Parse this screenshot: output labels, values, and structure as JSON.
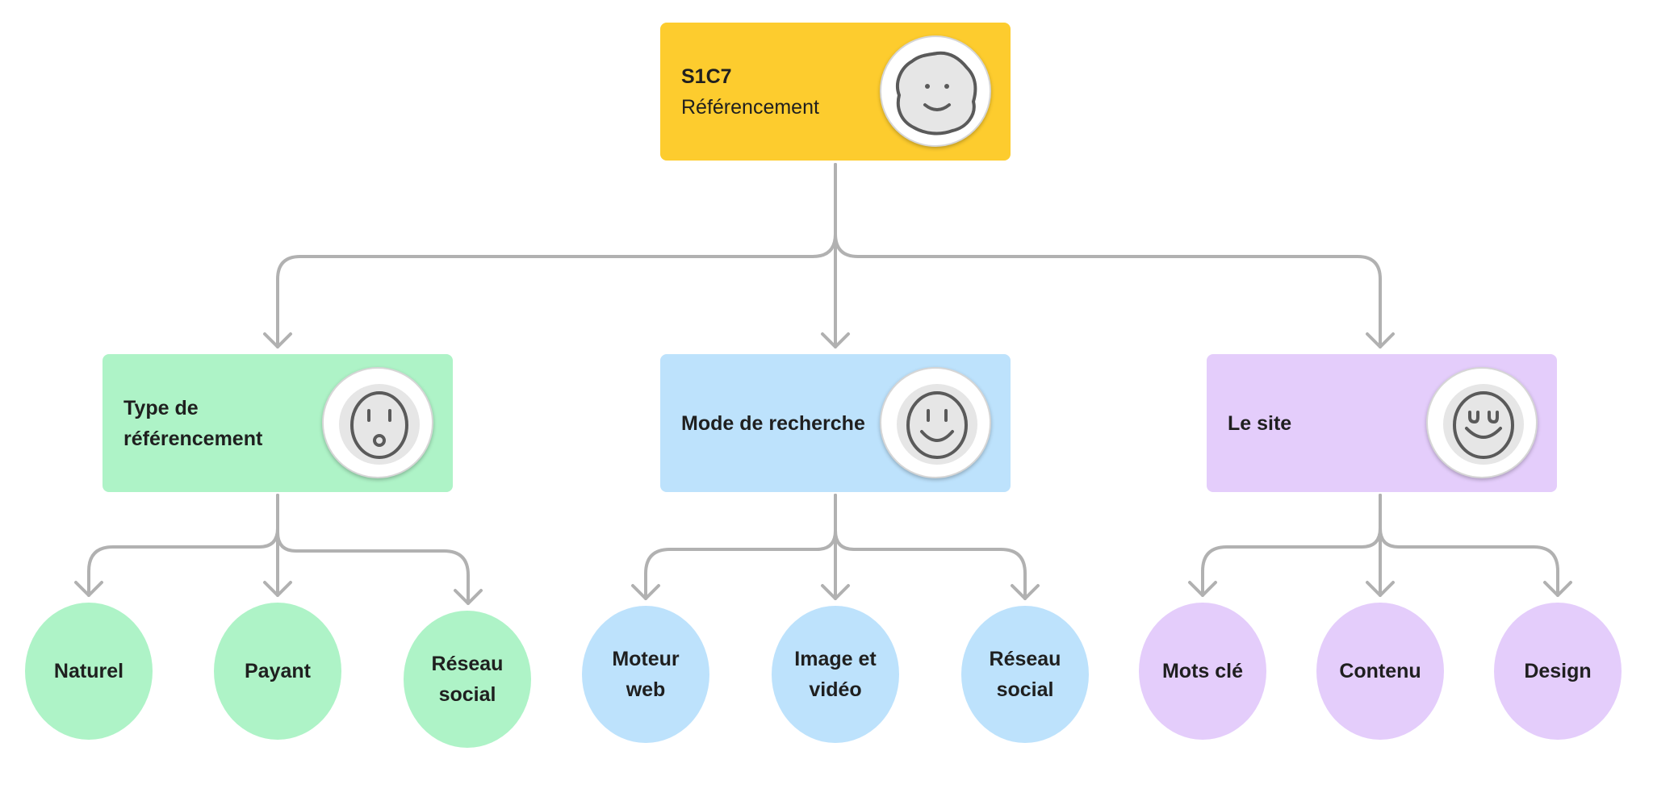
{
  "colors": {
    "root": "#fdcc2e",
    "green": "#aef3c7",
    "blue": "#bde2fc",
    "purple": "#e4cdfb",
    "connector": "#b1b1b1"
  },
  "root": {
    "title": "S1C7",
    "subtitle": "Référencement",
    "icon": "blob-smile-face-icon"
  },
  "categories": [
    {
      "label": "Type de référencement",
      "icon": "surprised-face-icon",
      "children": [
        "Naturel",
        "Payant",
        "Réseau social"
      ]
    },
    {
      "label": "Mode de recherche",
      "icon": "smiling-face-icon",
      "children": [
        "Moteur web",
        "Image et vidéo",
        "Réseau social"
      ]
    },
    {
      "label": "Le site",
      "icon": "happy-closed-eyes-face-icon",
      "children": [
        "Mots clé",
        "Contenu",
        "Design"
      ]
    }
  ]
}
